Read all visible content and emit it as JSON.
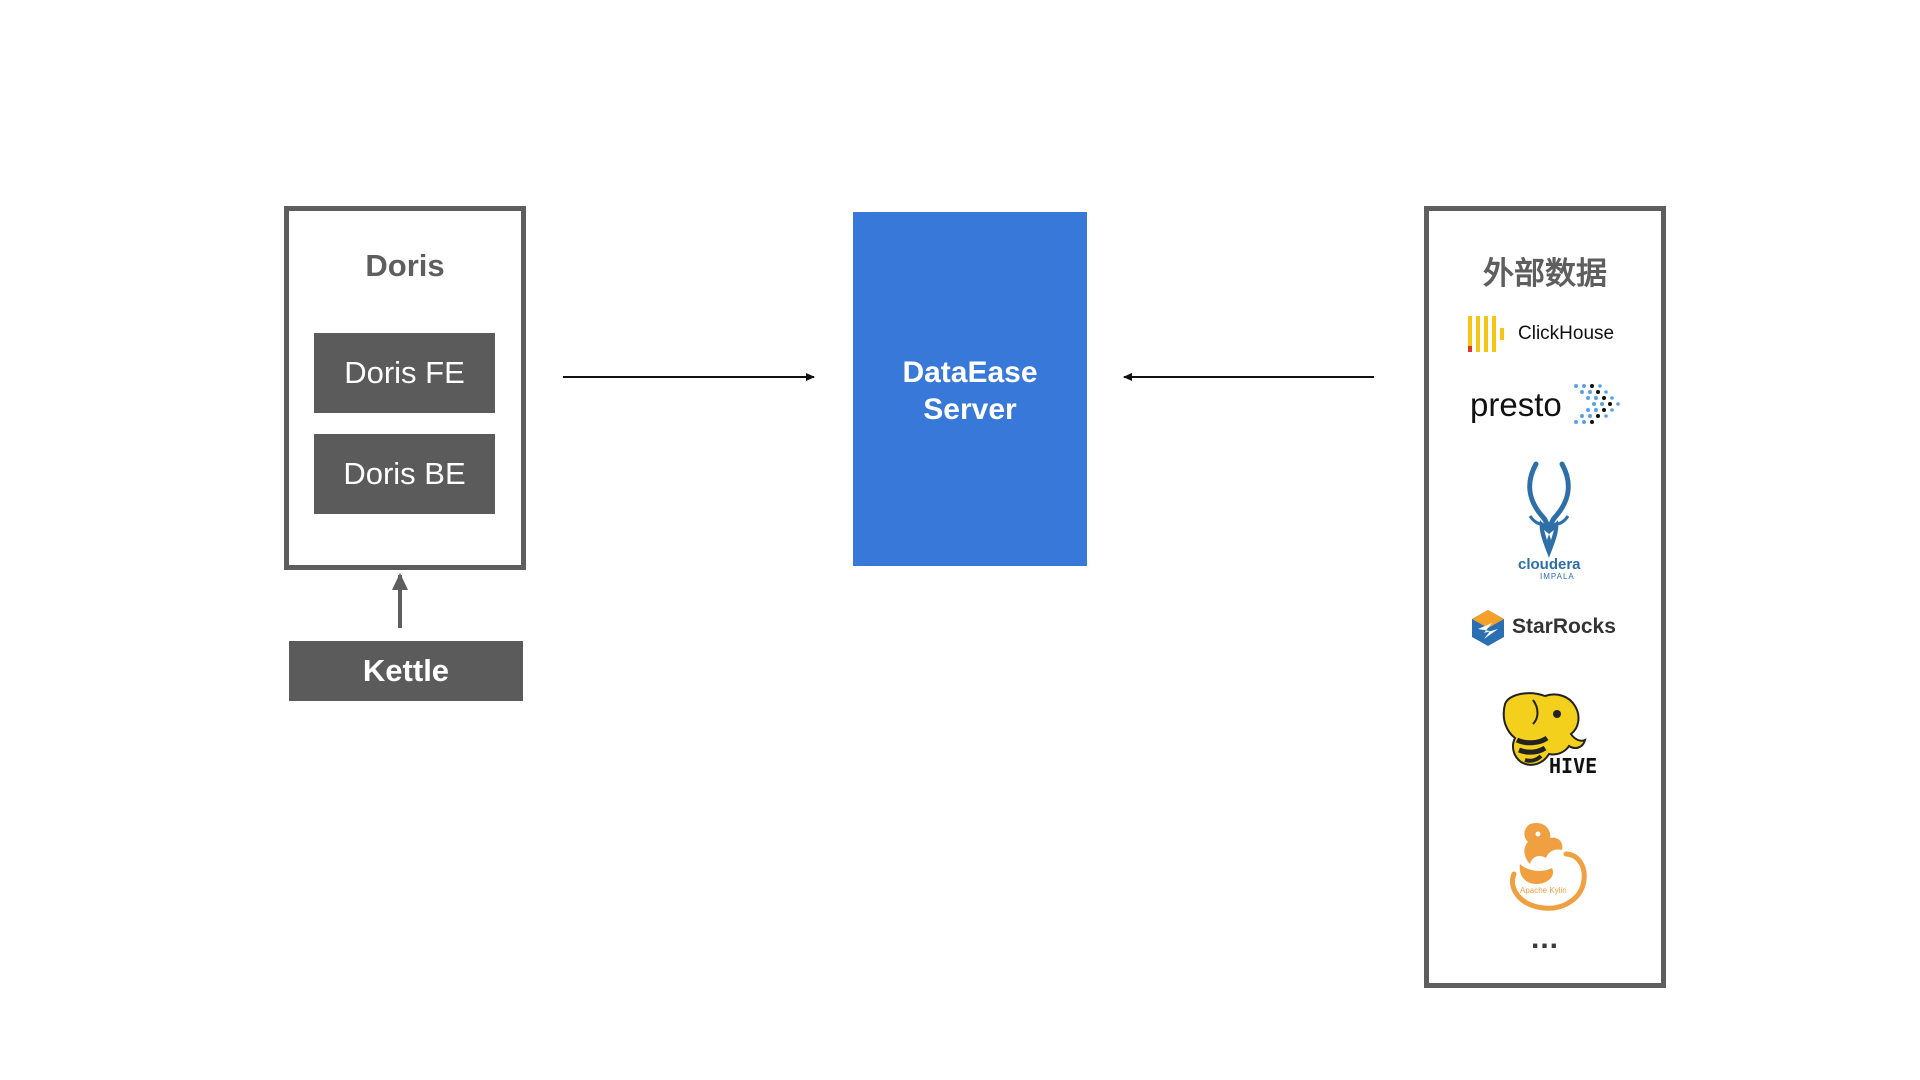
{
  "doris": {
    "title": "Doris",
    "fe_label": "Doris FE",
    "be_label": "Doris BE"
  },
  "kettle_label": "Kettle",
  "server": {
    "line1": "DataEase",
    "line2": "Server"
  },
  "external": {
    "title": "外部数据",
    "sources": [
      {
        "name": "ClickHouse",
        "icon": "clickhouse-logo"
      },
      {
        "name": "presto",
        "icon": "presto-logo"
      },
      {
        "name": "cloudera",
        "sub": "IMPALA",
        "icon": "impala-antelope-logo"
      },
      {
        "name": "StarRocks",
        "icon": "starrocks-logo"
      },
      {
        "name": "HIVE",
        "icon": "hive-elephant-bee-logo"
      },
      {
        "name": "Apache Kylin",
        "icon": "kylin-logo"
      }
    ],
    "more": "..."
  },
  "colors": {
    "gray": "#5b5b5b",
    "server_blue": "#3778d9",
    "clickhouse_yellow": "#f5c518",
    "presto_blue": "#5aa2e8",
    "impala_blue": "#2e6fa8",
    "starrocks_blue": "#2b6fb3",
    "hive_yellow": "#f2d01c",
    "kylin_orange": "#f0a040"
  }
}
